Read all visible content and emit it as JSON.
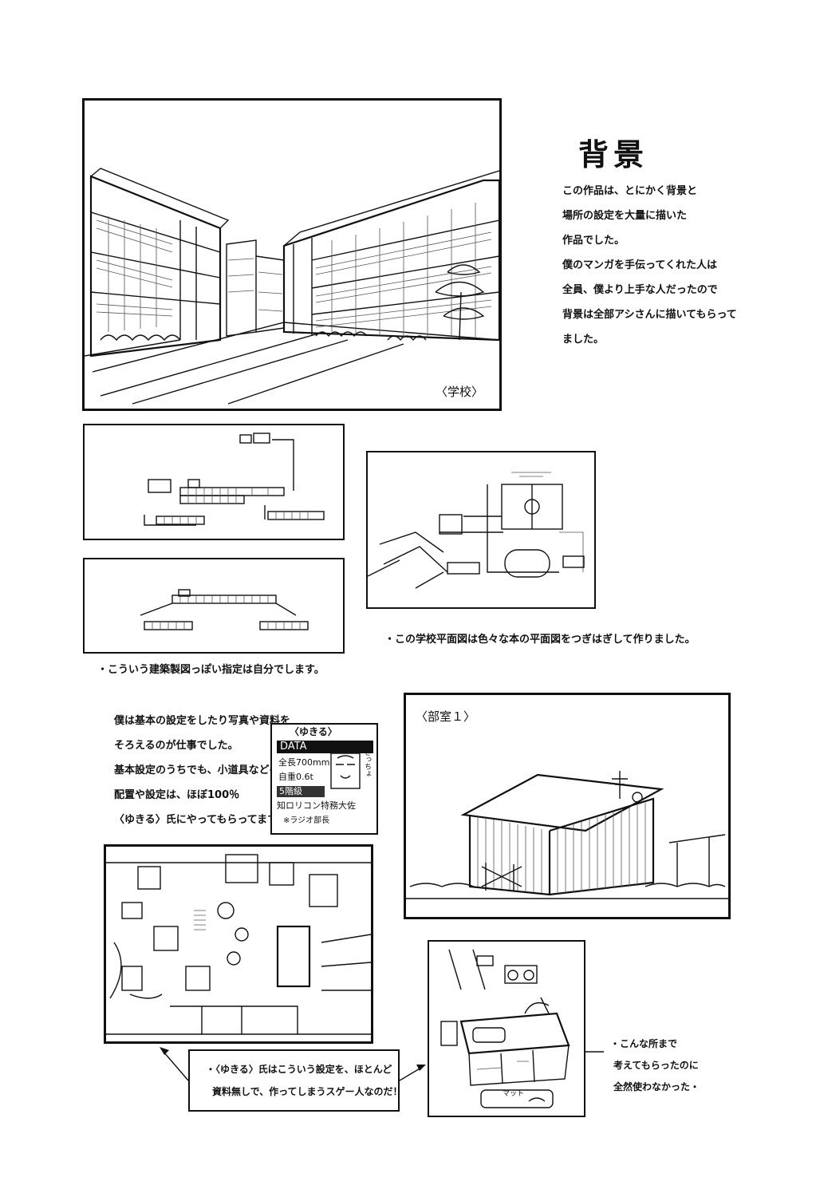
{
  "title": "背景",
  "intro_lines": [
    "この作品は、とにかく背景と",
    "場所の設定を大量に描いた",
    "作品でした。",
    "僕のマンガを手伝ってくれた人は",
    "全員、僕より上手な人だったので",
    "背景は全部アシさんに描いてもらって",
    "ました。"
  ],
  "school_label": "〈学校〉",
  "floorplan_note": "・この学校平面図は色々な本の平面図をつぎはぎして作りました。",
  "architectural_note": "・こういう建築製図っぽい指定は自分でします。",
  "settings_lines": [
    "僕は基本の設定をしたり写真や資料を",
    "そろえるのが仕事でした。",
    "基本設定のうちでも、小道具などの",
    "配置や設定は、ほぼ100％",
    "〈ゆきる〉氏にやってもらってます。"
  ],
  "yukiru_card": {
    "heading": "〈ゆきる〉",
    "data_label": "DATA",
    "row1": "全長700mm",
    "row2": "自重0.6t",
    "row3": "5階級",
    "row4": "知ロリコン特務大佐",
    "row5": "※ラジオ部長",
    "side_scribble": "ぎっちょ"
  },
  "clubroom_label": "〈部室１〉",
  "callout_lines": [
    "・〈ゆきる〉氏はこういう設定を、ほとんど",
    "資料無しで、作ってしまうスゲー人なのだ！！。"
  ],
  "kitchen_note_lines": [
    "・こんな所まで",
    "考えてもらったのに",
    "全然使わなかった・・。"
  ],
  "kitchen_labels": {
    "mat": "マット"
  }
}
